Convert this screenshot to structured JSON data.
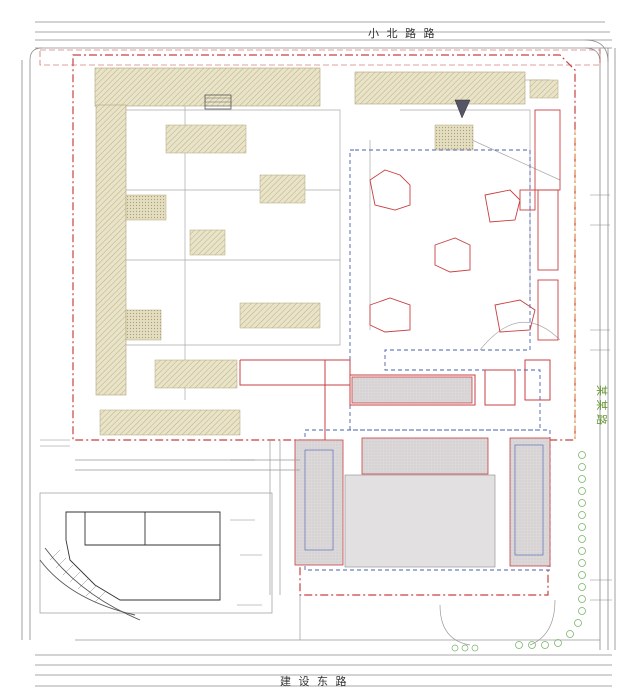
{
  "roads": {
    "top": "小 北 路 路",
    "bottom": "建 设 东 路",
    "right": "某 某 路"
  },
  "palette": {
    "building_fill": "#e8e1c4",
    "hatch": "#b9b08a",
    "redline": "#c84040",
    "blue_dash": "#4a5fb0",
    "green": "#7ab36a",
    "orange": "#e6a23c",
    "shaded": "#d6d2d4",
    "lines": "#9a9a9a"
  },
  "icons": {
    "north": "north-arrow-icon",
    "trees": "tree-icon"
  }
}
